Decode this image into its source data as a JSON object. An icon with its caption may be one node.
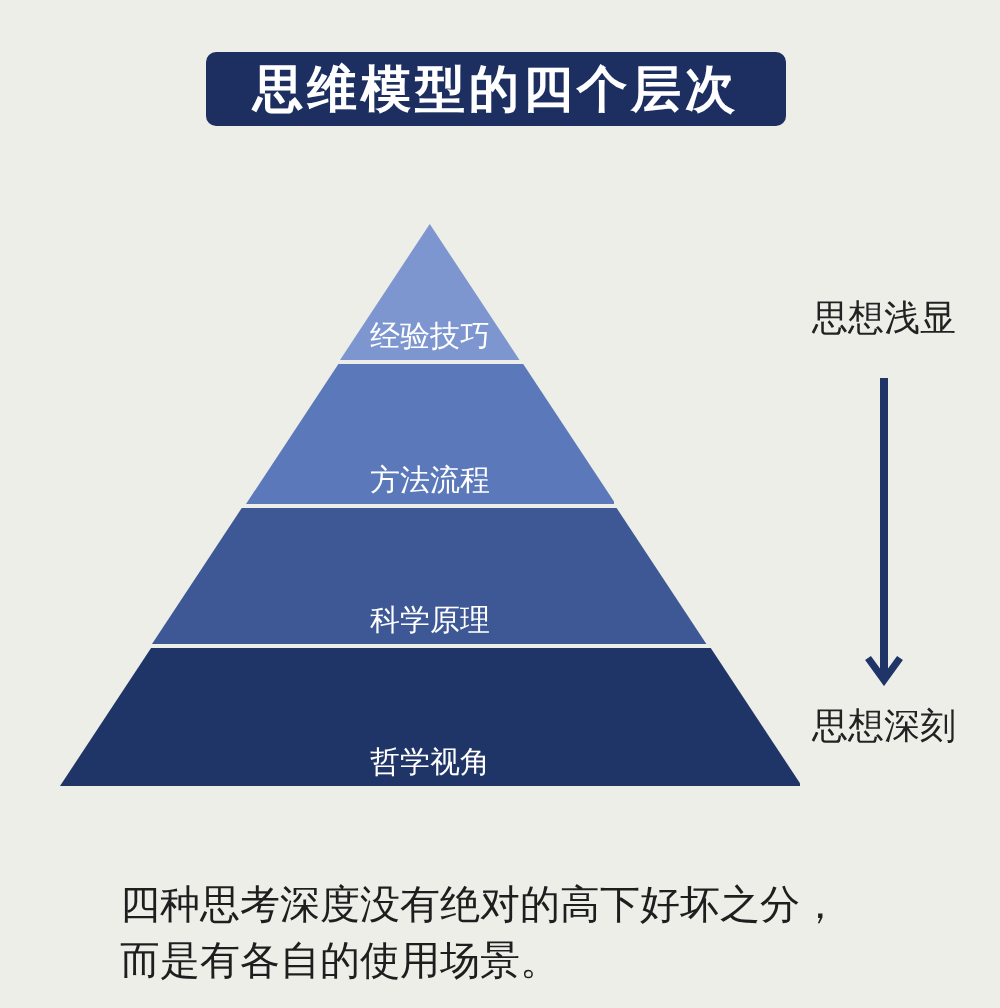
{
  "diagram": {
    "title": "思维模型的四个层次",
    "nodes": [
      {
        "text": [
          "经验技巧"
        ]
      },
      {
        "text": [
          "方法流程"
        ]
      },
      {
        "text": [
          "科学原理"
        ]
      },
      {
        "text": [
          "哲学视角"
        ]
      },
      {
        "text": [
          "思想浅显"
        ]
      },
      {
        "text": [
          "思想深刻"
        ]
      }
    ],
    "edges": [
      {
        "from": 4,
        "to": 5,
        "arrow": "to"
      }
    ],
    "caption": "四种思考深度没有绝对的高下好坏之分，而是有各自的使用场景。"
  }
}
